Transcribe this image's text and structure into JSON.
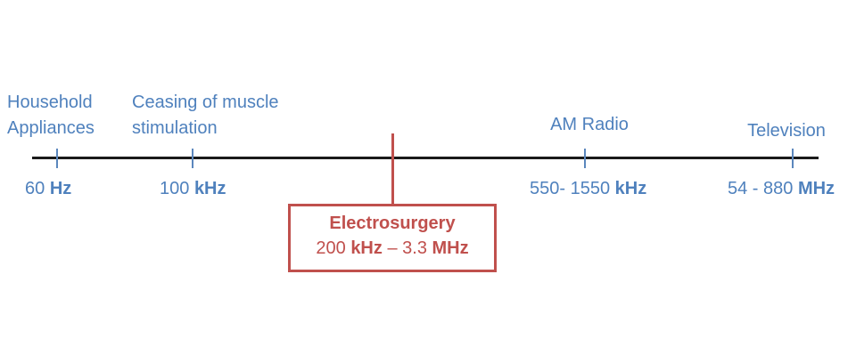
{
  "colors": {
    "label_blue": "#4F81BD",
    "callout_red": "#C0504D",
    "axis_black": "#1A1A1A"
  },
  "markers": [
    {
      "label": "Household\nAppliances",
      "value": "60 ",
      "unit": "Hz"
    },
    {
      "label": "Ceasing of muscle\nstimulation",
      "value": "100 ",
      "unit": "kHz"
    },
    {
      "label": "AM Radio",
      "value": "550- 1550 ",
      "unit": "kHz"
    },
    {
      "label": "Television",
      "value": "54 - 880 ",
      "unit": "MHz"
    }
  ],
  "callout": {
    "title": "Electrosurgery",
    "range": {
      "v1": "200 ",
      "u1": "kHz",
      "sep": " – ",
      "v2": " 3.3 ",
      "u2": "MHz"
    }
  }
}
